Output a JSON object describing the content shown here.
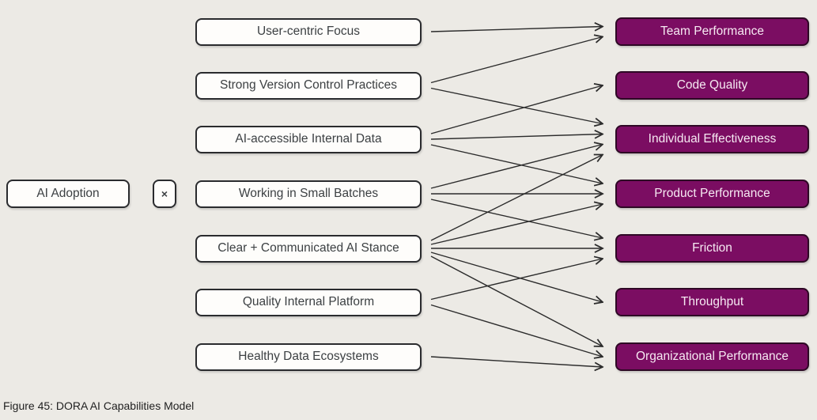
{
  "figure": {
    "caption": "Figure 45: DORA AI Capabilities Model"
  },
  "model": {
    "adoption_label": "AI Adoption",
    "operator": "×",
    "capabilities": [
      "User-centric Focus",
      "Strong Version Control Practices",
      "AI-accessible Internal Data",
      "Working in Small Batches",
      "Clear + Communicated AI Stance",
      "Quality Internal Platform",
      "Healthy Data Ecosystems"
    ],
    "outcomes": [
      "Team Performance",
      "Code Quality",
      "Individual Effectiveness",
      "Product Performance",
      "Friction",
      "Throughput",
      "Organizational Performance"
    ],
    "connections": [
      {
        "from": "User-centric Focus",
        "to": [
          "Team Performance"
        ]
      },
      {
        "from": "Strong Version Control Practices",
        "to": [
          "Team Performance",
          "Individual Effectiveness"
        ]
      },
      {
        "from": "AI-accessible Internal Data",
        "to": [
          "Code Quality",
          "Individual Effectiveness",
          "Product Performance"
        ]
      },
      {
        "from": "Working in Small Batches",
        "to": [
          "Individual Effectiveness",
          "Product Performance",
          "Friction"
        ]
      },
      {
        "from": "Clear + Communicated AI Stance",
        "to": [
          "Individual Effectiveness",
          "Product Performance",
          "Friction",
          "Throughput",
          "Organizational Performance"
        ]
      },
      {
        "from": "Quality Internal Platform",
        "to": [
          "Friction",
          "Organizational Performance"
        ]
      },
      {
        "from": "Healthy Data Ecosystems",
        "to": [
          "Organizational Performance"
        ]
      }
    ]
  },
  "colors": {
    "background": "#ECEAE5",
    "capability_fill": "#FEFDFB",
    "capability_border": "#2A2B2E",
    "capability_text": "#3C4043",
    "outcome_fill": "#7B0D62",
    "outcome_border": "#2E0825",
    "outcome_text": "#F6E9F2",
    "arrow": "#2B2B2B",
    "caption_text": "#1F1F1F"
  }
}
